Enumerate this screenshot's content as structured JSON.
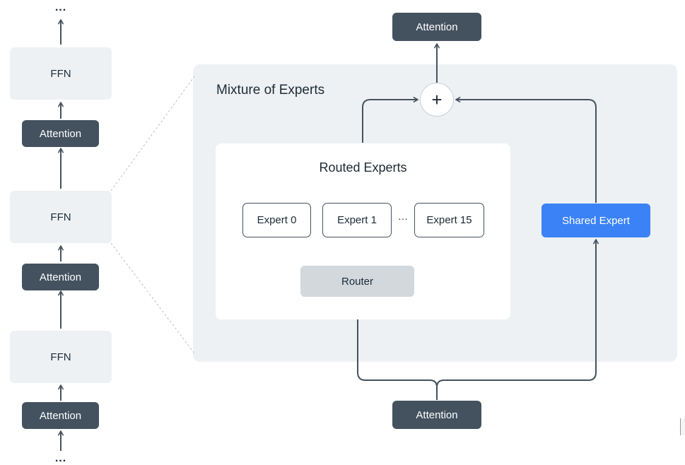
{
  "colors": {
    "dark_block": "#44525f",
    "panel": "#eef1f4",
    "router": "#d3d8dd",
    "shared_expert": "#3b82f6",
    "line": "#44525f"
  },
  "stack": {
    "ellipsis_top": "...",
    "ellipsis_bottom": "...",
    "ffn_top": "FFN",
    "attention_upper": "Attention",
    "ffn_middle": "FFN",
    "attention_middle": "Attention",
    "ffn_bottom": "FFN",
    "attention_bottom": "Attention"
  },
  "moe": {
    "title": "Mixture of Experts",
    "output_attention": "Attention",
    "input_attention": "Attention",
    "combine_symbol": "+",
    "routed": {
      "title": "Routed Experts",
      "experts": [
        "Expert 0",
        "Expert 1",
        "Expert 15"
      ],
      "ellipsis": "···",
      "router": "Router"
    },
    "shared_expert": "Shared Expert"
  }
}
